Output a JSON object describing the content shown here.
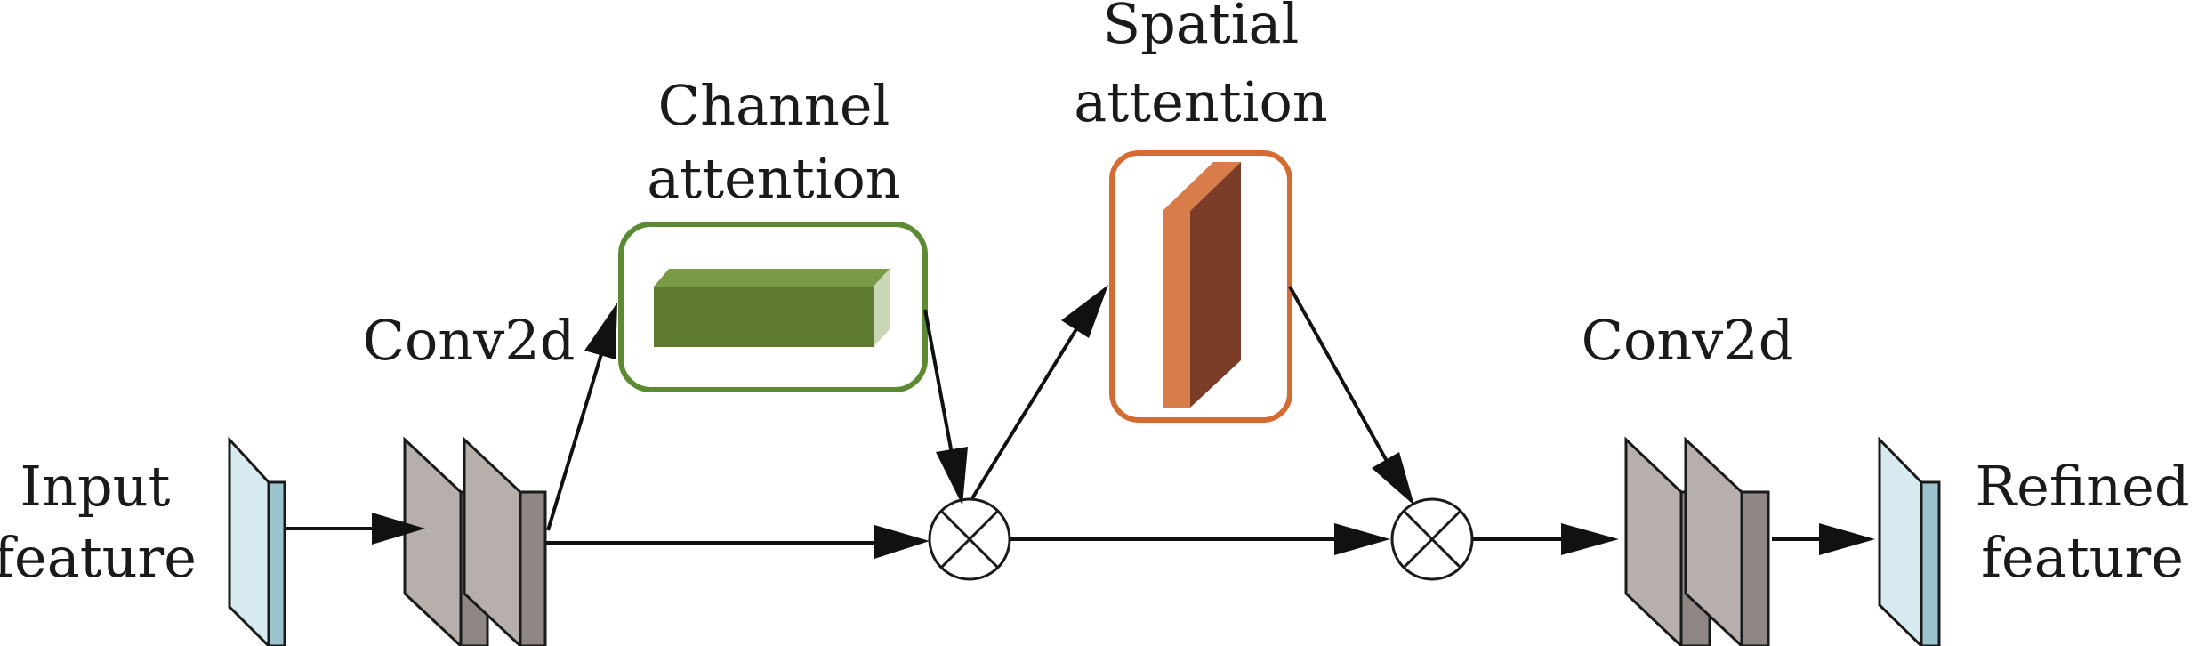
{
  "labels": {
    "input": [
      "Input",
      "feature"
    ],
    "conv_left": "Conv2d",
    "channel": [
      "Channel",
      "attention"
    ],
    "spatial": [
      "Spatial",
      "attention"
    ],
    "conv_right": "Conv2d",
    "refined": [
      "Refined",
      "feature"
    ]
  },
  "colors": {
    "feature_face": "#d6eaef",
    "feature_side": "#9cc4cf",
    "conv_face": "#b7afac",
    "conv_side": "#8f8784",
    "channel_border": "#5b8a33",
    "channel_block": "#5e7a2f",
    "channel_top": "#7a9a48",
    "spatial_border": "#d46b33",
    "spatial_front": "#d87c49",
    "spatial_side": "#7c3d28"
  },
  "icons": {
    "multiply_1": "multiply-icon",
    "multiply_2": "multiply-icon"
  }
}
